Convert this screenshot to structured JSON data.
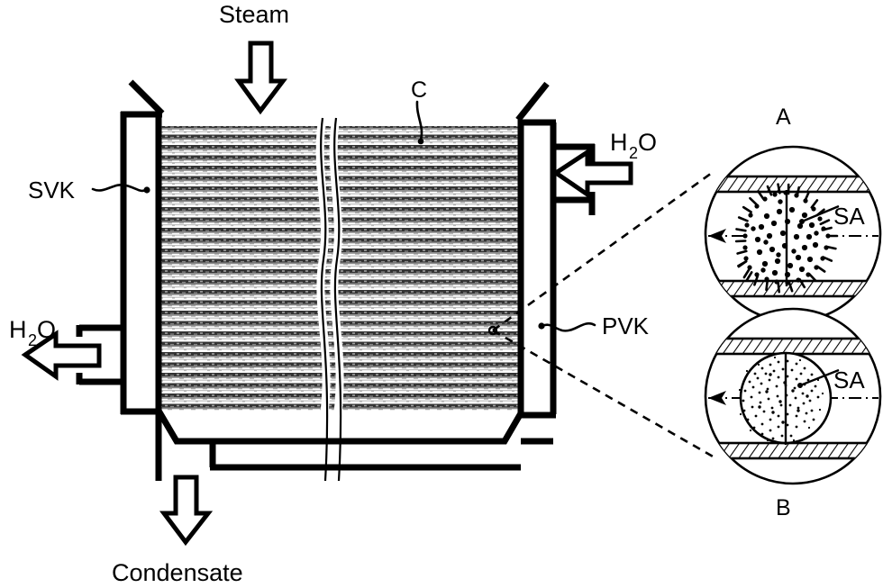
{
  "figure": {
    "type": "process-flow-diagram",
    "subject": "shell-and-tube heat exchanger / steam sterilizer cross-section with magnified tube insets",
    "background_color": "#ffffff",
    "line_color": "#000000"
  },
  "labels": {
    "steam": "Steam",
    "condensate": "Condensate",
    "water_in": "H",
    "water_in_sub": "2",
    "water_in_tail": "O",
    "water_out": "H",
    "water_out_sub": "2",
    "water_out_tail": "O",
    "svk": "SVK",
    "pvk": "PVK",
    "tube_bundle": "C",
    "inset_a": "A",
    "inset_b": "B",
    "sa_upper": "SA",
    "sa_lower": "SA"
  },
  "main_vessel": {
    "shell_label": "SVK",
    "tube_sheet_label": "PVK",
    "bundle_label": "C",
    "break_symbol": "wavy-break-line",
    "inlet_top": "Steam",
    "outlet_bottom": "Condensate",
    "coolant_inlet_side": "right",
    "coolant_outlet_side": "left"
  },
  "insets": {
    "upper": {
      "id": "A",
      "particle_label": "SA",
      "particle_style": "spiky-rimmed sphere with coarse dots",
      "flow_direction": "leftward",
      "tube_wall_style": "hatched"
    },
    "lower": {
      "id": "B",
      "particle_label": "SA",
      "particle_style": "smooth sphere with fine stipple",
      "flow_direction": "leftward",
      "tube_wall_style": "hatched"
    }
  },
  "arrows": [
    {
      "name": "steam-inlet-arrow",
      "direction": "down",
      "label": "Steam"
    },
    {
      "name": "condensate-outlet-arrow",
      "direction": "down",
      "label": "Condensate"
    },
    {
      "name": "water-inlet-arrow",
      "direction": "left",
      "label": "H2O"
    },
    {
      "name": "water-outlet-arrow",
      "direction": "left",
      "label": "H2O"
    },
    {
      "name": "inset-a-flow-arrow",
      "direction": "left",
      "label": ""
    },
    {
      "name": "inset-b-flow-arrow",
      "direction": "left",
      "label": ""
    }
  ]
}
